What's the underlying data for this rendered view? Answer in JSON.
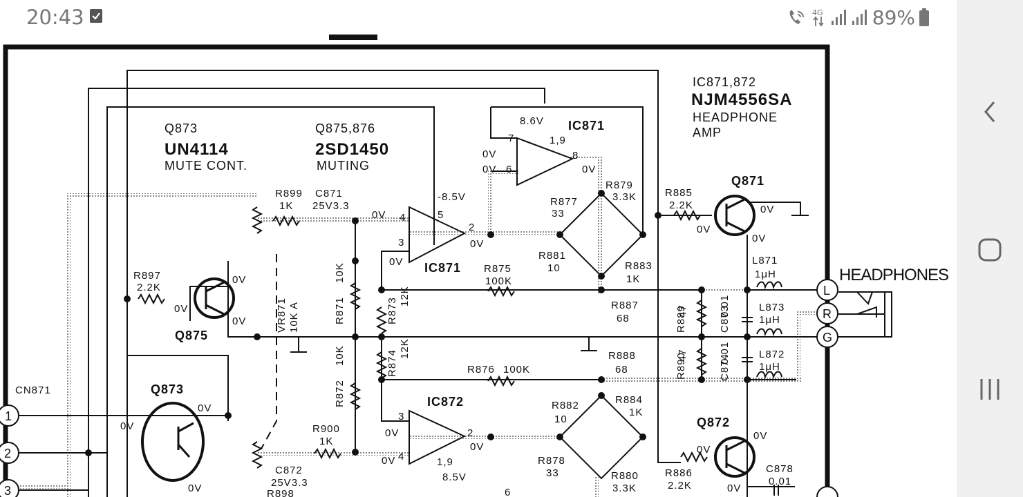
{
  "status_bar": {
    "time": "20:43",
    "battery": "89%",
    "icons": [
      "checkbox-notification-icon",
      "wifi-calling-icon",
      "4g-data-icon",
      "signal-icon",
      "signal-icon",
      "battery-icon"
    ]
  },
  "nav_bar": {
    "icons": [
      "back-chevron-icon",
      "home-icon",
      "recent-apps-icon"
    ]
  },
  "schematic": {
    "header": {
      "ic_ref": "IC871,872",
      "ic_part": "NJM4556SA",
      "ic_func1": "HEADPHONE",
      "ic_func2": "AMP"
    },
    "parts": {
      "q873_ref": "Q873",
      "q873_part": "UN4114",
      "q873_func": "MUTE CONT.",
      "q875_876_ref": "Q875,876",
      "q875_876_part": "2SD1450",
      "q875_876_func": "MUTING"
    },
    "jack_label": "HEADPHONES",
    "jack_pins": [
      "L",
      "R",
      "G"
    ],
    "connector": {
      "ref": "CN871",
      "pins": [
        "1",
        "2",
        "3"
      ]
    },
    "texts": [
      "8.6V",
      "IC871",
      "7",
      "1,9",
      "8",
      "0V",
      "0V",
      "0V",
      "6",
      "-8.5V",
      "5",
      "R899",
      "1K",
      "C871",
      "25V3.3",
      "0V",
      "4",
      "2",
      "0V",
      "3",
      "0V",
      "IC871",
      "R877",
      "33",
      "R879",
      "3.3K",
      "R881",
      "10",
      "R883",
      "1K",
      "R875",
      "100K",
      "R885",
      "2.2K",
      "0V",
      "Q871",
      "0V",
      "0V",
      "L871",
      "1μH",
      "R897",
      "2.2K",
      "0V",
      "0V",
      "0V",
      "Q875",
      "VR871",
      "10K A",
      "R871",
      "10K",
      "R873",
      "12K",
      "R887",
      "68",
      "R889",
      "47",
      "C873",
      "0.01",
      "L873",
      "1μH",
      "R874",
      "12K",
      "R872",
      "10K",
      "R876",
      "100K",
      "R888",
      "68",
      "R890",
      "47",
      "C874",
      "0.01",
      "L872",
      "1μH",
      "IC872",
      "3",
      "2",
      "0V",
      "4",
      "0V",
      "0V",
      "1,9",
      "8.5V",
      "R882",
      "10",
      "R884",
      "1K",
      "R878",
      "33",
      "R880",
      "3.3K",
      "R900",
      "1K",
      "C872",
      "25V3.3",
      "R898",
      "Q873",
      "0V",
      "0V",
      "0V",
      "R886",
      "2.2K",
      "0V",
      "Q872",
      "0V",
      "0V",
      "C878",
      "0.01",
      "6"
    ]
  }
}
